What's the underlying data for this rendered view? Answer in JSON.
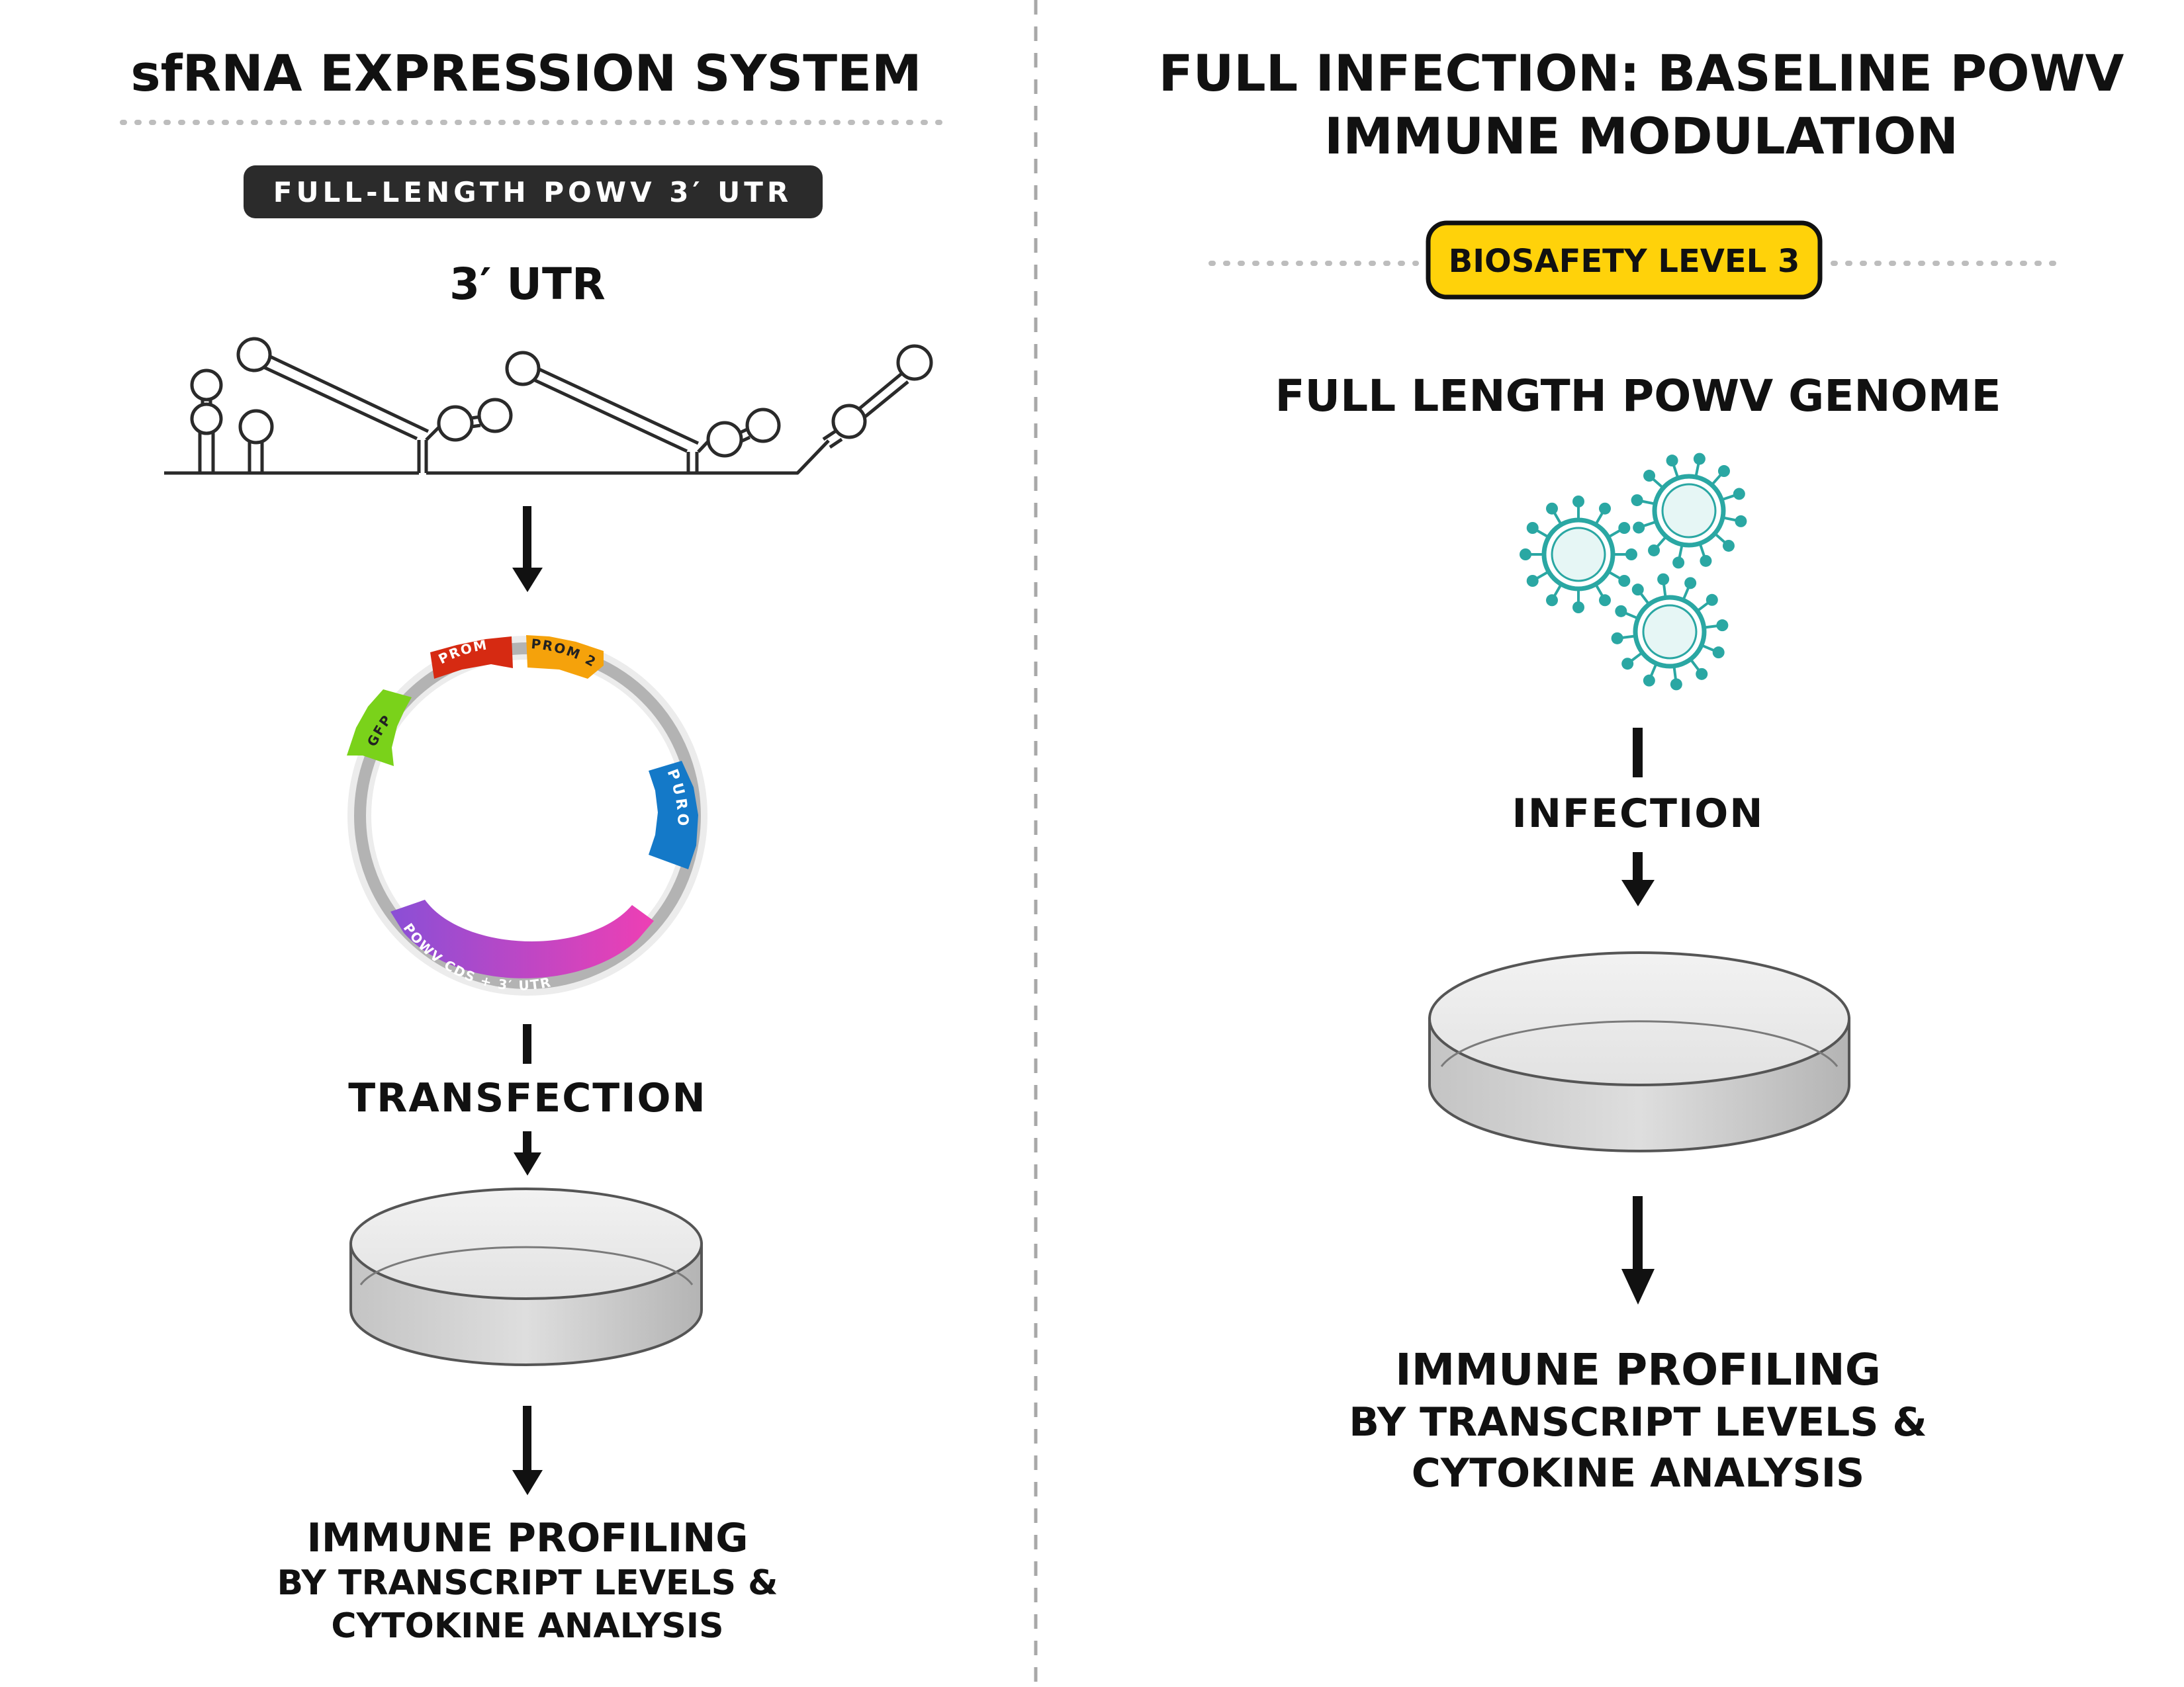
{
  "left": {
    "title": "sfRNA EXPRESSION SYSTEM",
    "pill_label": "FULL-LENGTH POWV 3′ UTR",
    "utr_label": "3′ UTR",
    "plasmid": {
      "prom1": "PROM 1",
      "prom2": "PROM 2",
      "gfp": "GFP",
      "puro": "PURO",
      "cds": "POWV CDS + 3′ UTR"
    },
    "step_label": "TRANSFECTION",
    "profiling": {
      "line1": "IMMUNE PROFILING",
      "line2": "BY TRANSCRIPT LEVELS &",
      "line3": "CYTOKINE ANALYSIS"
    }
  },
  "right": {
    "title_line1": "FULL INFECTION: BASELINE POWV",
    "title_line2": "IMMUNE MODULATION",
    "badge": "BIOSAFETY LEVEL 3",
    "genome_label": "FULL LENGTH POWV GENOME",
    "step_label": "INFECTION",
    "profiling": {
      "line1": "IMMUNE PROFILING",
      "line2": "BY TRANSCRIPT LEVELS &",
      "line3": "CYTOKINE ANALYSIS"
    }
  },
  "colors": {
    "prom1": "#d62a12",
    "prom2": "#f5a20b",
    "gfp": "#7ad21a",
    "puro": "#1479c8",
    "cds_start": "#8a4fd6",
    "cds_end": "#ee3fb4",
    "badge": "#ffd20a",
    "virus": "#2aa7a3",
    "pill": "#2b2b2b"
  },
  "icons": [
    "virus-icon",
    "petri-dish-icon",
    "plasmid-icon",
    "arrow-down-icon"
  ]
}
